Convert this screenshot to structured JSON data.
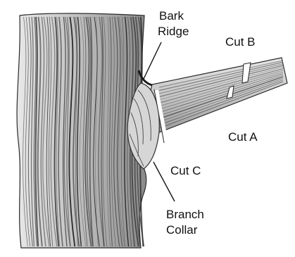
{
  "labels": {
    "bark_ridge_line1": "Bark",
    "bark_ridge_line2": "Ridge",
    "cut_b": "Cut B",
    "cut_a": "Cut A",
    "cut_c": "Cut C",
    "branch_collar_line1": "Branch",
    "branch_collar_line2": "Collar"
  },
  "colors": {
    "ink": "#111111",
    "bark_dark": "#2b2b2b",
    "bark_mid": "#555555",
    "branch_fill": "#cfcfcf",
    "background": "#ffffff"
  }
}
